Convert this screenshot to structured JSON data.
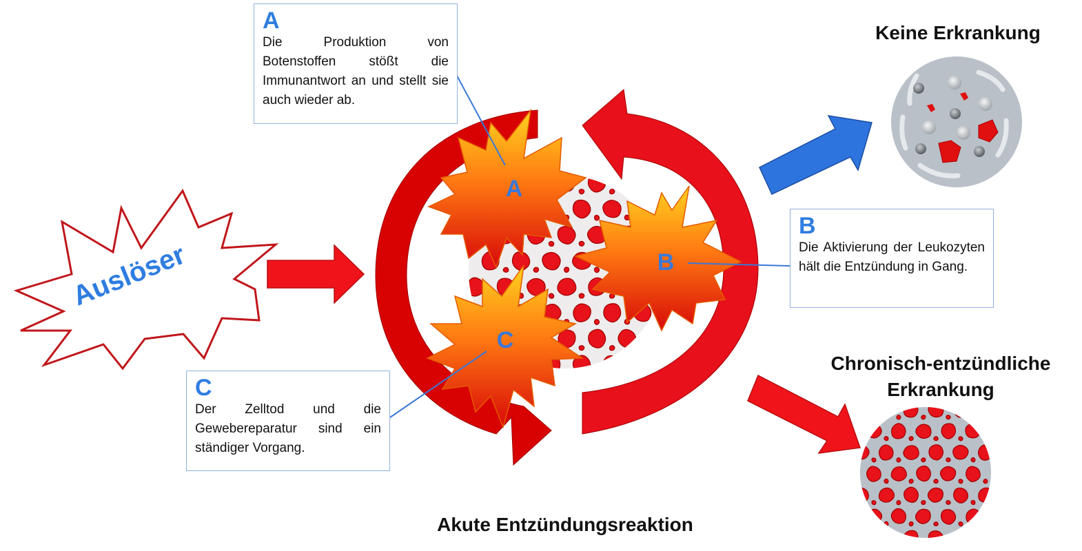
{
  "figure": {
    "trigger_label": "Auslöser",
    "center_title": "Akute Entzündungsreaktion",
    "outcome_healthy_title": "Keine Erkrankung",
    "outcome_chronic_title_line1": "Chronisch-entzündliche",
    "outcome_chronic_title_line2": "Erkrankung",
    "bursts": [
      {
        "letter": "A"
      },
      {
        "letter": "B"
      },
      {
        "letter": "C"
      }
    ],
    "callouts": [
      {
        "letter": "A",
        "text": "Die Produktion von Botenstoffen stößt die Immunantwort an und stellt sie auch wieder ab."
      },
      {
        "letter": "B",
        "text": "Die Aktivierung der Leukozyten hält die Entzündung in Gang."
      },
      {
        "letter": "C",
        "text": "Der Zelltod und die Gewebereparatur sind ein ständiger Vorgang."
      }
    ],
    "colors": {
      "accent_blue": "#2f7de1",
      "arrow_red": "#e8141b",
      "cycle_dark_red": "#d40000",
      "burst_yellow": "#ffc21a",
      "burst_red": "#e0180c",
      "tissue_gray": "#b9c0c8"
    }
  }
}
